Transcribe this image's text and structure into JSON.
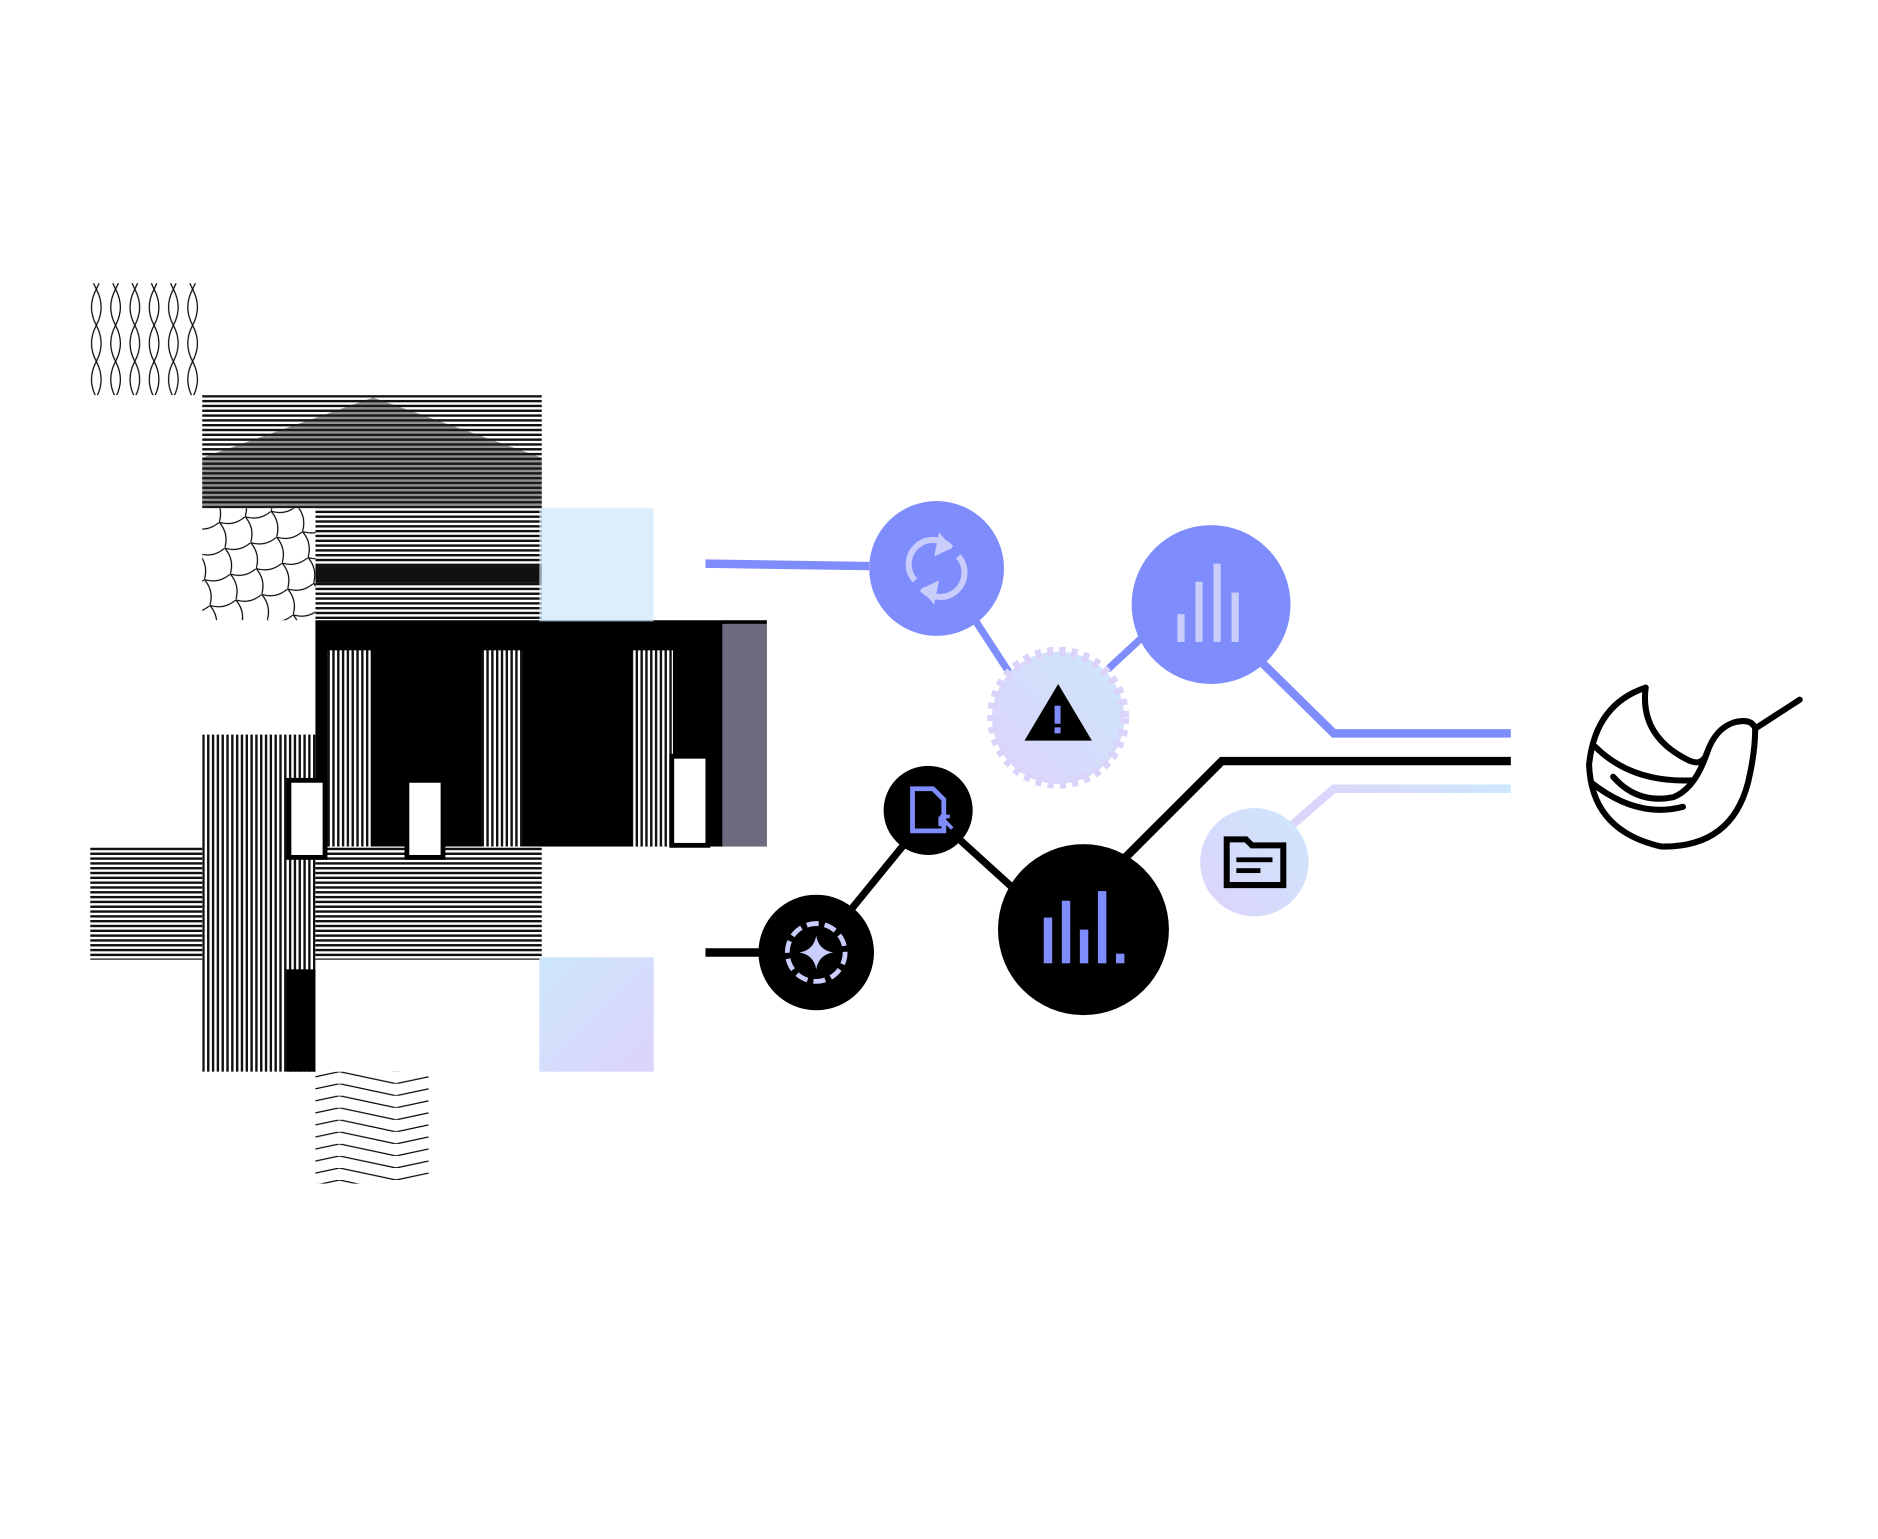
{
  "colors": {
    "accent": "#7F8CFB",
    "ink": "#000000",
    "light_blue": "#CDE7FB",
    "light_lavender": "#DCD3FB",
    "icon_light": "#C9CDFB",
    "background": "#FFFFFF"
  },
  "illustration": {
    "left_collage": [
      "net-pattern-tile",
      "building-engraving",
      "wave-pattern-tile",
      "chevron-pattern-tile",
      "gradient-tile"
    ],
    "upper_nodes": [
      "sync-icon",
      "warning-gear-icon",
      "bar-chart-icon"
    ],
    "lower_nodes": [
      "ai-sync-icon",
      "file-cursor-icon",
      "bar-chart-icon",
      "folder-icon"
    ],
    "destination": "bird-logo"
  }
}
